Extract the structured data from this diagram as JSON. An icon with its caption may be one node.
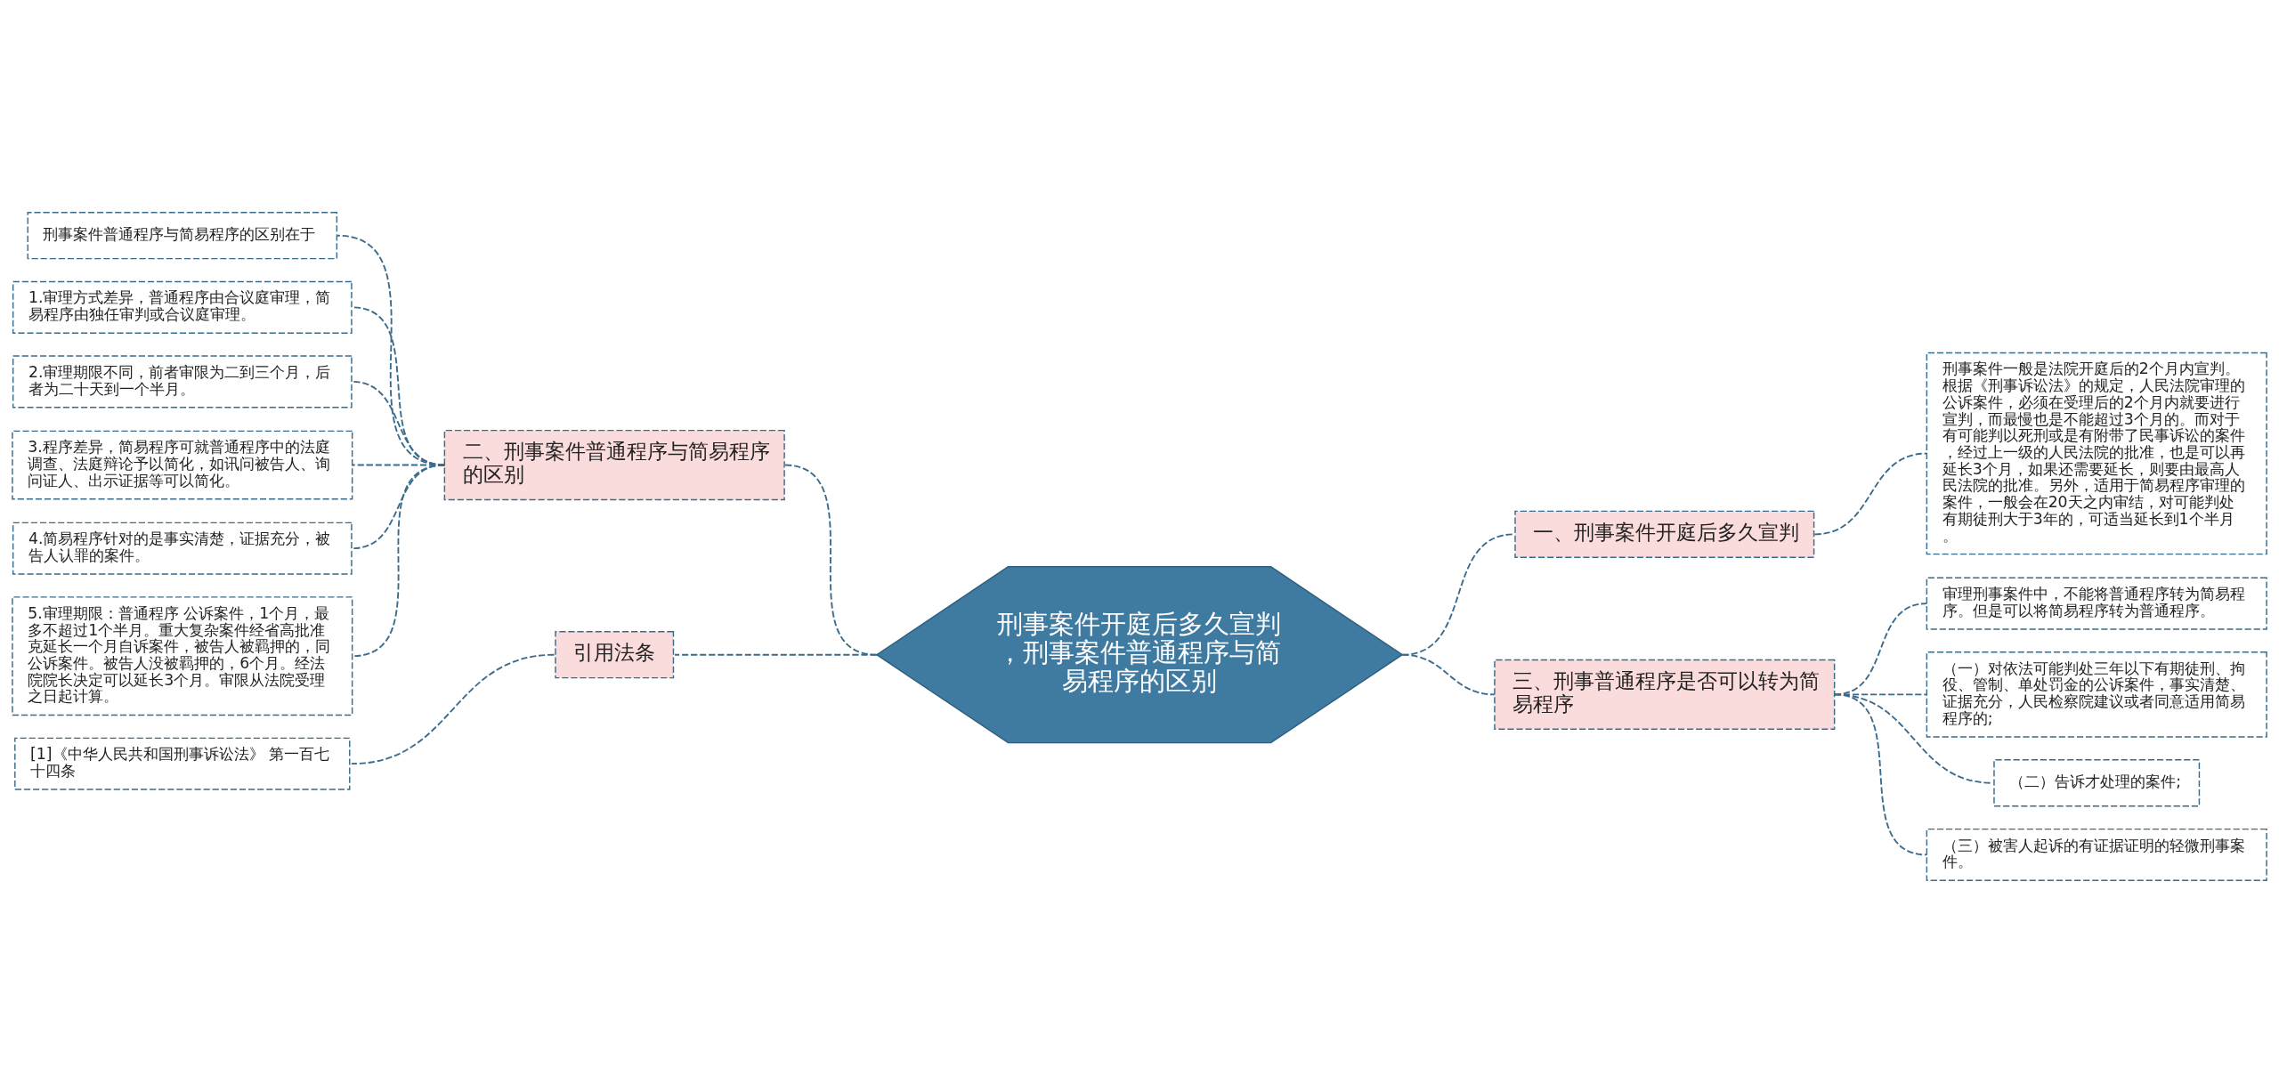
{
  "diagram": {
    "nodes": [
      {
        "text": [
          "刑事案件开庭后多久宣判，刑事案件普通程序与简易程序的区别"
        ]
      },
      {
        "text": [
          "一、刑事案件开庭后多久宣判"
        ]
      },
      {
        "text": [
          "刑事案件一般是法院开庭后的2个月内宣判。根据《刑事诉讼法》的规定，人民法院审理的公诉案件，必须在受理后的2个月内就要进行宣判，而最慢也是不能超过3个月的。而对于有可能判以死刑或是有附带了民事诉讼的案件，经过上一级的人民法院的批准，也是可以再延长3个月，如果还需要延长，则要由最高人民法院的批准。另外，适用于简易程序审理的案件，一般会在20天之内审结，对可能判处有期徒刑大于3年的，可适当延长到1个半月。"
        ]
      },
      {
        "text": [
          "二、刑事案件普通程序与简易程序的区别"
        ]
      },
      {
        "text": [
          "刑事案件普通程序与简易程序的区别在于"
        ]
      },
      {
        "text": [
          "1.审理方式差异，普通程序由合议庭审理，简易程序由独任审判或合议庭审理。"
        ]
      },
      {
        "text": [
          "2.审理期限不同，前者审限为二到三个月，后者为二十天到一个半月。"
        ]
      },
      {
        "text": [
          "3.程序差异，简易程序可就普通程序中的法庭调查、法庭辩论予以简化，如讯问被告人、询问证人、出示证据等可以简化。"
        ]
      },
      {
        "text": [
          "4.简易程序针对的是事实清楚，证据充分，被告人认罪的案件。"
        ]
      },
      {
        "text": [
          "5.审理期限：普通程序 公诉案件，1个月，最多不超过1个半月。重大复杂案件经省高批准克延长一个月自诉案件，被告人被羁押的，同公诉案件。被告人没被羁押的，6个月。经法院院长决定可以延长3个月。审限从法院受理之日起计算。"
        ]
      },
      {
        "text": [
          "三、刑事普通程序是否可以转为简易程序"
        ]
      },
      {
        "text": [
          "审理刑事案件中，不能将普通程序转为简易程序。但是可以将简易程序转为普通程序。"
        ]
      },
      {
        "text": [
          "（一）对依法可能判处三年以下有期徒刑、拘役、管制、单处罚金的公诉案件，事实清楚、证据充分，人民检察院建议或者同意适用简易程序的;"
        ]
      },
      {
        "text": [
          "（二）告诉才处理的案件;"
        ]
      },
      {
        "text": [
          "（三）被害人起诉的有证据证明的轻微刑事案件。"
        ]
      },
      {
        "text": [
          "引用法条"
        ]
      },
      {
        "text": [
          "[1]《中华人民共和国刑事诉讼法》 第一百七十四条"
        ]
      }
    ],
    "edges": [
      {
        "from": 0,
        "to": 1,
        "arrow": "none",
        "style": "dashed"
      },
      {
        "from": 1,
        "to": 2,
        "arrow": "none",
        "style": "dashed"
      },
      {
        "from": 0,
        "to": 3,
        "arrow": "none",
        "style": "dashed"
      },
      {
        "from": 3,
        "to": 4,
        "arrow": "none",
        "style": "dashed"
      },
      {
        "from": 3,
        "to": 5,
        "arrow": "none",
        "style": "dashed"
      },
      {
        "from": 3,
        "to": 6,
        "arrow": "none",
        "style": "dashed"
      },
      {
        "from": 3,
        "to": 7,
        "arrow": "none",
        "style": "dashed"
      },
      {
        "from": 3,
        "to": 8,
        "arrow": "none",
        "style": "dashed"
      },
      {
        "from": 3,
        "to": 9,
        "arrow": "none",
        "style": "dashed"
      },
      {
        "from": 0,
        "to": 10,
        "arrow": "none",
        "style": "dashed"
      },
      {
        "from": 10,
        "to": 11,
        "arrow": "none",
        "style": "dashed"
      },
      {
        "from": 10,
        "to": 12,
        "arrow": "none",
        "style": "dashed"
      },
      {
        "from": 10,
        "to": 13,
        "arrow": "none",
        "style": "dashed"
      },
      {
        "from": 10,
        "to": 14,
        "arrow": "none",
        "style": "dashed"
      },
      {
        "from": 0,
        "to": 15,
        "arrow": "none",
        "style": "dashed"
      },
      {
        "from": 15,
        "to": 16,
        "arrow": "none",
        "style": "dashed"
      }
    ]
  }
}
